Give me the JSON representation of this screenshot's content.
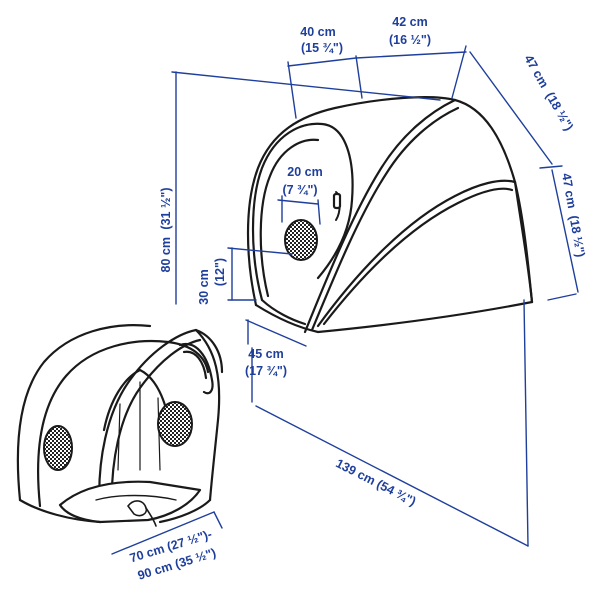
{
  "colors": {
    "dimension": "#1f3f9c",
    "outline": "#1a1a1a",
    "fabric": "#ffffff",
    "mesh": "#222222"
  },
  "dimensions": {
    "top_front_width": {
      "metric": "40 cm",
      "imperial": "(15 ¾\")"
    },
    "top_rear_width": {
      "metric": "42 cm",
      "imperial": "(16 ½\")"
    },
    "rear_slope": {
      "metric": "47 cm",
      "imperial": "(18 ½\")"
    },
    "rear_height": {
      "metric": "47 cm",
      "imperial": "(18 ½\")"
    },
    "overall_height": {
      "metric": "80 cm",
      "imperial": "(31 ½\")"
    },
    "window_width": {
      "metric": "20 cm",
      "imperial": "(7 ¾\")"
    },
    "window_height": {
      "metric": "30 cm",
      "imperial": "(12\")"
    },
    "front_depth": {
      "metric": "45 cm",
      "imperial": "(17 ¾\")"
    },
    "overall_length": "139 cm (54 ¾\")",
    "small_width_min": "70 cm (27 ½\")-",
    "small_width_max": "90 cm (35 ½\")"
  },
  "illustrations": {
    "main_tent": "closed-pop-up-tent-side-view",
    "small_tent": "open-pop-up-tent-front-view"
  }
}
